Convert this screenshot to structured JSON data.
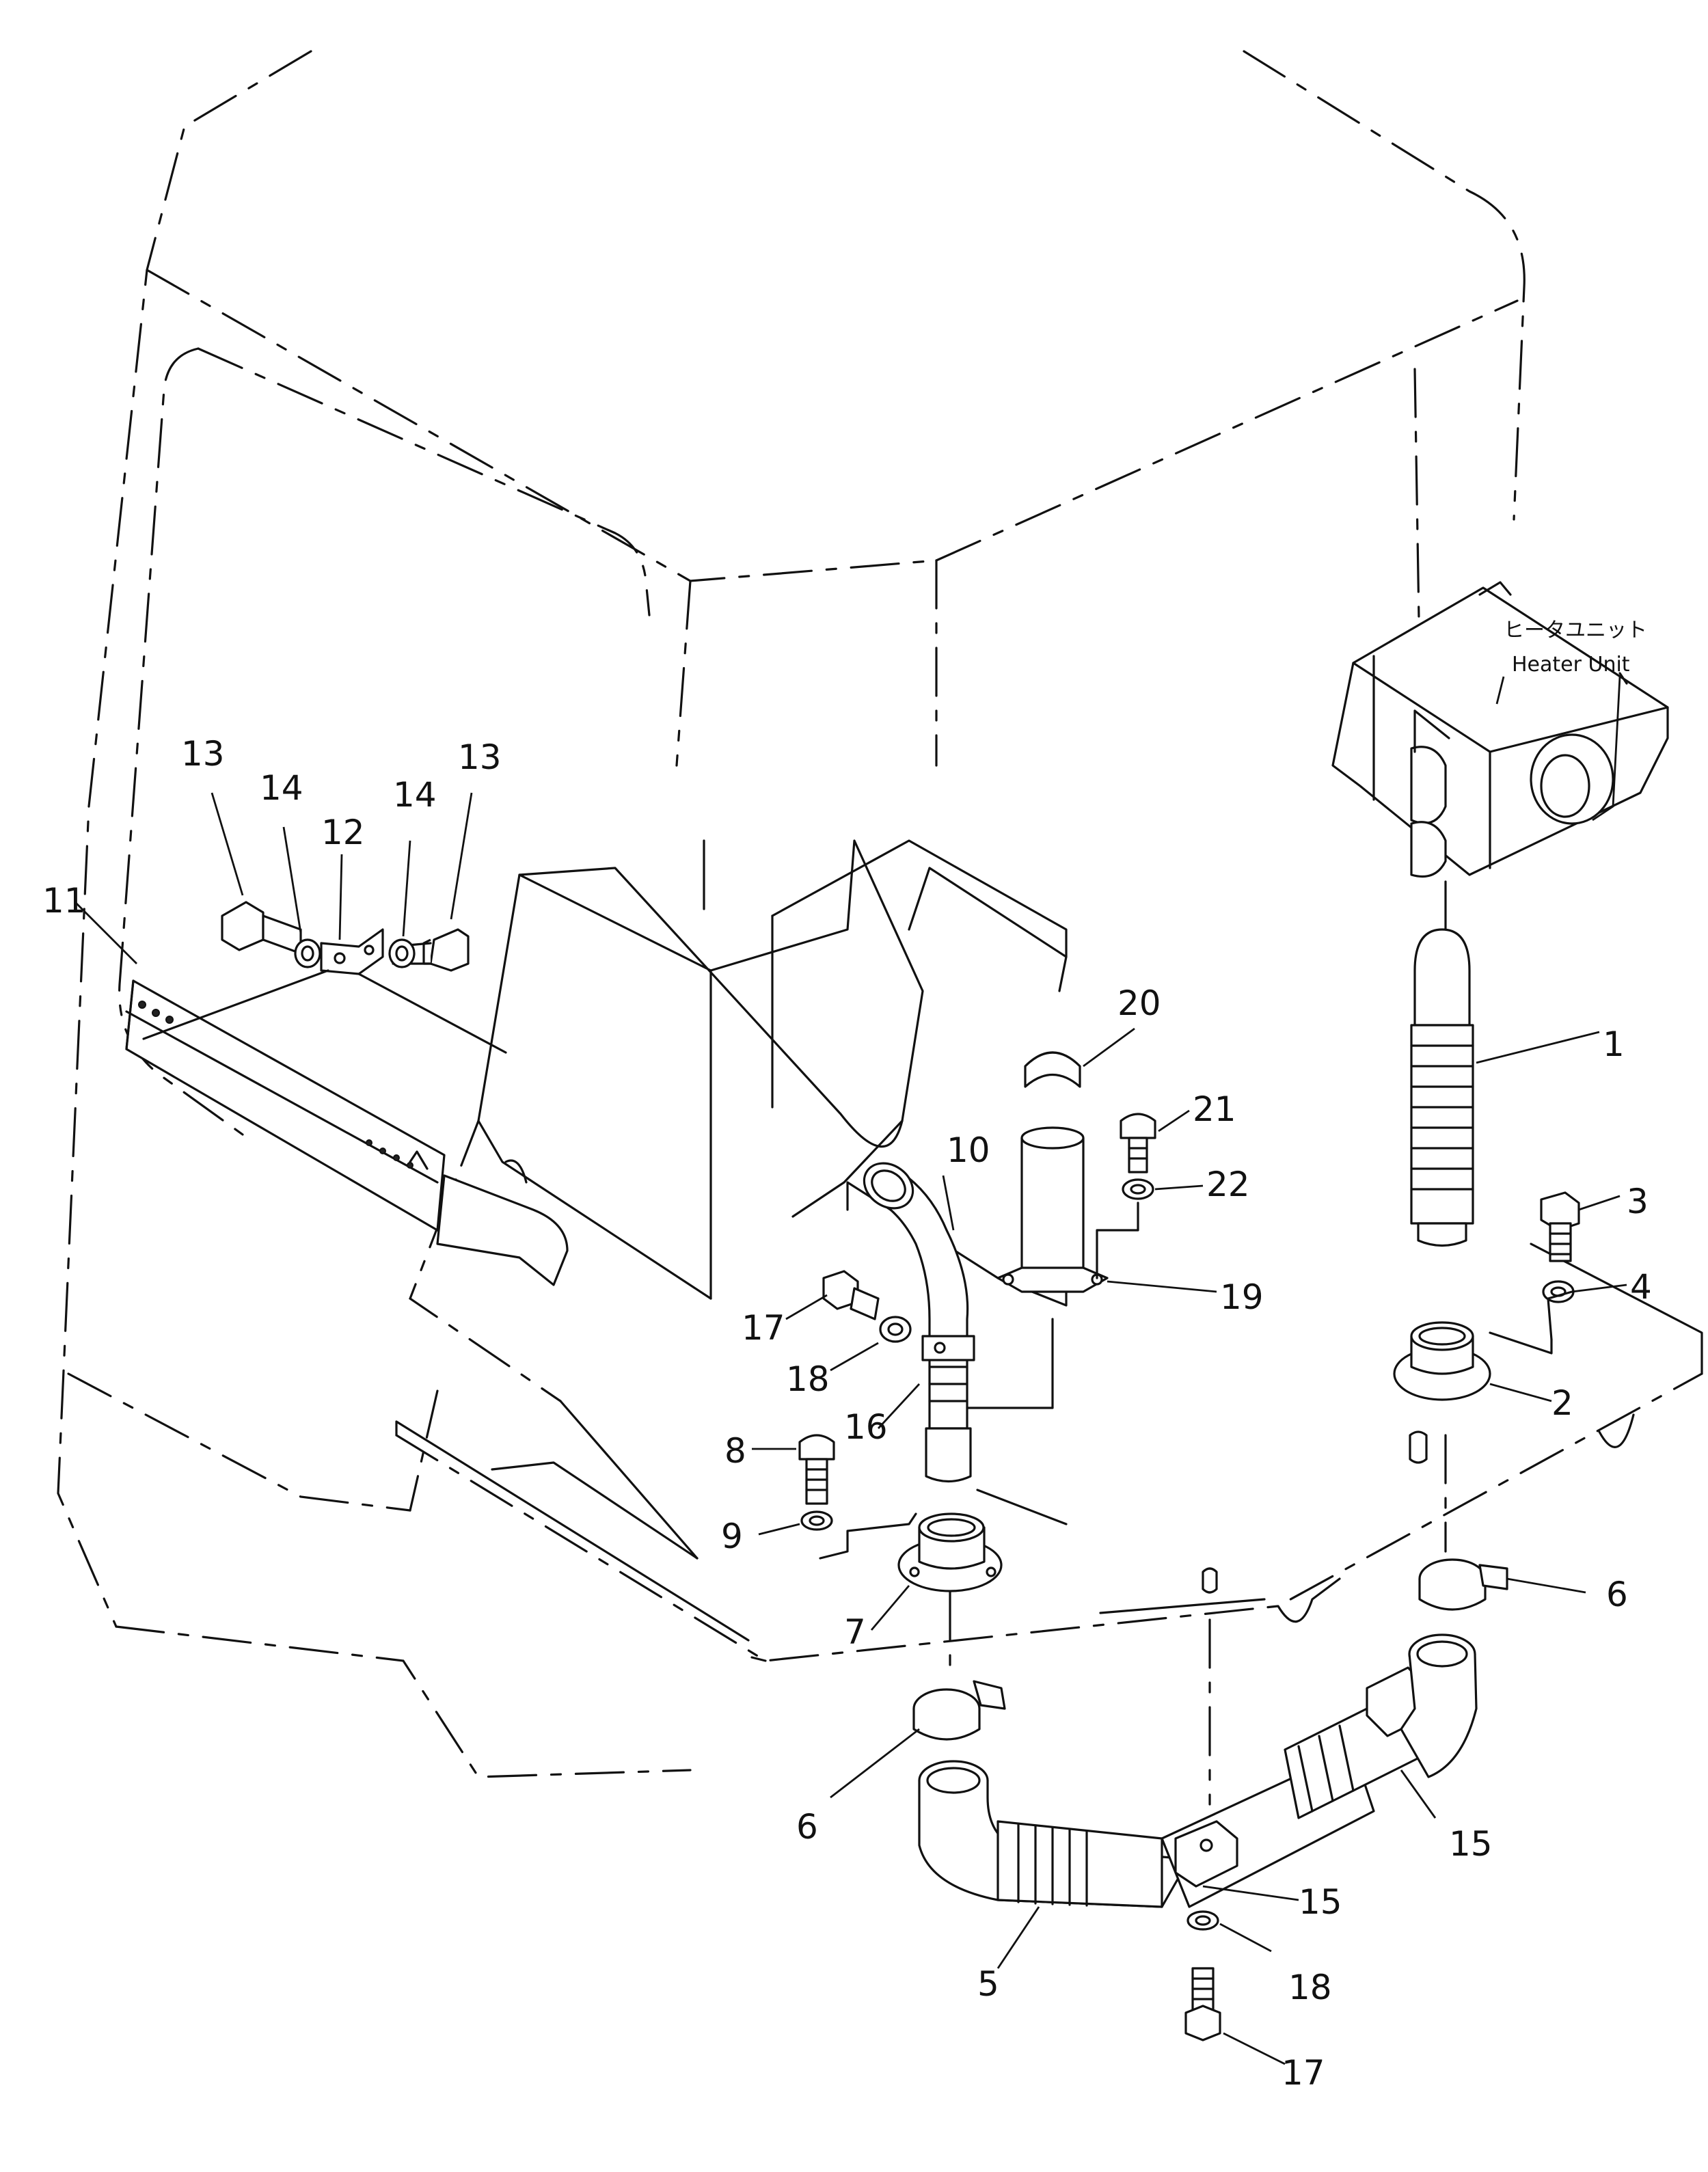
{
  "diagram": {
    "callouts": [
      {
        "id": "c1",
        "text": "1"
      },
      {
        "id": "c2",
        "text": "2"
      },
      {
        "id": "c3",
        "text": "3"
      },
      {
        "id": "c4",
        "text": "4"
      },
      {
        "id": "c5",
        "text": "5"
      },
      {
        "id": "c6a",
        "text": "6"
      },
      {
        "id": "c6b",
        "text": "6"
      },
      {
        "id": "c7",
        "text": "7"
      },
      {
        "id": "c8",
        "text": "8"
      },
      {
        "id": "c9",
        "text": "9"
      },
      {
        "id": "c10",
        "text": "10"
      },
      {
        "id": "c11",
        "text": "11"
      },
      {
        "id": "c12",
        "text": "12"
      },
      {
        "id": "c13a",
        "text": "13"
      },
      {
        "id": "c13b",
        "text": "13"
      },
      {
        "id": "c14a",
        "text": "14"
      },
      {
        "id": "c14b",
        "text": "14"
      },
      {
        "id": "c15a",
        "text": "15"
      },
      {
        "id": "c15b",
        "text": "15"
      },
      {
        "id": "c16",
        "text": "16"
      },
      {
        "id": "c17a",
        "text": "17"
      },
      {
        "id": "c17b",
        "text": "17"
      },
      {
        "id": "c18a",
        "text": "18"
      },
      {
        "id": "c18b",
        "text": "18"
      },
      {
        "id": "c19",
        "text": "19"
      },
      {
        "id": "c20",
        "text": "20"
      },
      {
        "id": "c21",
        "text": "21"
      },
      {
        "id": "c22",
        "text": "22"
      }
    ],
    "heater_unit": {
      "label_ja": "ヒータユニット",
      "label_en": "Heater Unit"
    }
  }
}
